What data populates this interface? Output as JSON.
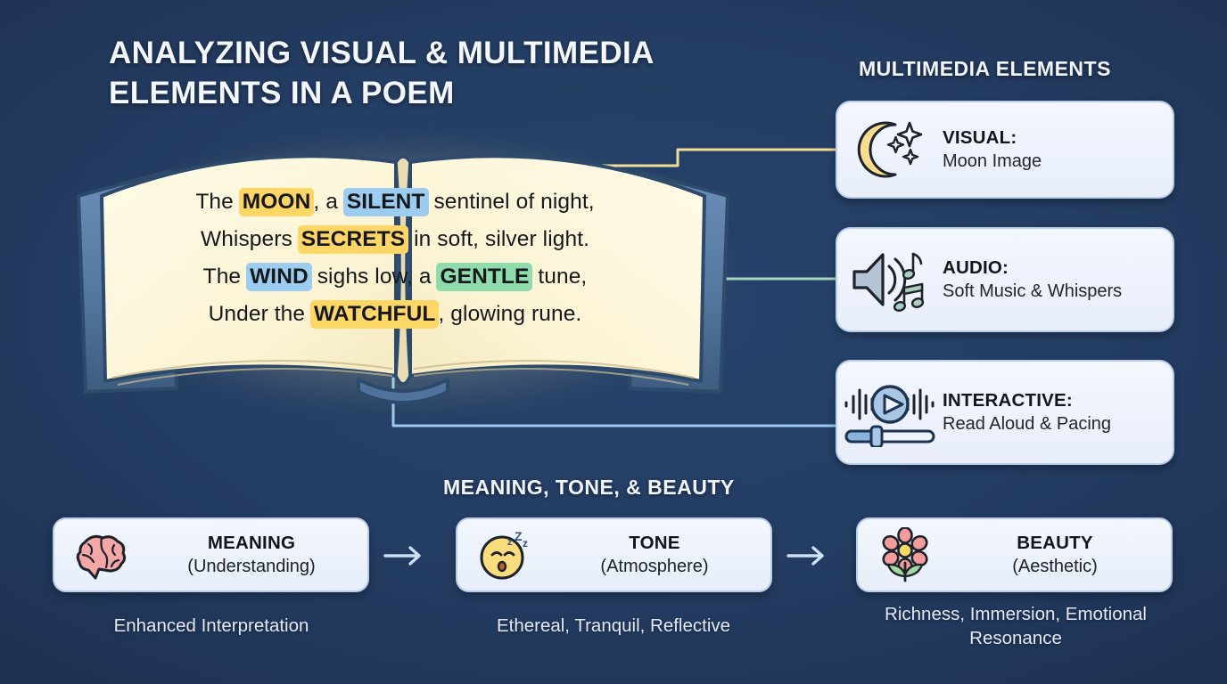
{
  "title": "ANALYZING VISUAL & MULTIMEDIA ELEMENTS IN A POEM",
  "sections": {
    "multimedia_title": "MULTIMEDIA ELEMENTS",
    "mtb_title": "MEANING, TONE, & BEAUTY"
  },
  "poem": {
    "lines": [
      [
        {
          "text": "The ",
          "hl": null
        },
        {
          "text": "MOON",
          "hl": "yellow"
        },
        {
          "text": ", a ",
          "hl": null
        },
        {
          "text": "SILENT",
          "hl": "blue"
        },
        {
          "text": " sentinel of night,",
          "hl": null
        }
      ],
      [
        {
          "text": "Whispers ",
          "hl": null
        },
        {
          "text": "SECRETS",
          "hl": "yellow"
        },
        {
          "text": " in soft, silver light.",
          "hl": null
        }
      ],
      [
        {
          "text": "The ",
          "hl": null
        },
        {
          "text": "WIND",
          "hl": "blue"
        },
        {
          "text": " sighs low, a ",
          "hl": null
        },
        {
          "text": "GENTLE",
          "hl": "green"
        },
        {
          "text": " tune,",
          "hl": null
        }
      ],
      [
        {
          "text": "Under the ",
          "hl": null
        },
        {
          "text": "WATCHFUL",
          "hl": "yellow"
        },
        {
          "text": ", glowing rune.",
          "hl": null
        }
      ]
    ]
  },
  "multimedia_cards": [
    {
      "icon": "moon-stars-icon",
      "label": "VISUAL:",
      "description": "Moon Image",
      "connector_color": "#f0dd9a"
    },
    {
      "icon": "speaker-music-notes-icon",
      "label": "AUDIO:",
      "description": "Soft Music & Whispers",
      "connector_color": "#9fd9be"
    },
    {
      "icon": "play-waveform-slider-icon",
      "label": "INTERACTIVE:",
      "description": "Read Aloud & Pacing",
      "connector_color": "#9bc9ef"
    }
  ],
  "pillars": [
    {
      "icon": "brain-icon",
      "title": "MEANING",
      "subtitle": "(Understanding)",
      "caption": "Enhanced Interpretation"
    },
    {
      "icon": "sleeping-face-icon",
      "title": "TONE",
      "subtitle": "(Atmosphere)",
      "caption": "Ethereal, Tranquil, Reflective"
    },
    {
      "icon": "flower-icon",
      "title": "BEAUTY",
      "subtitle": "(Aesthetic)",
      "caption": "Richness, Immersion, Emotional Resonance"
    }
  ],
  "colors": {
    "background": "#243d63",
    "card_face": "#eef3fb",
    "card_border": "#b9cde8",
    "highlight_yellow": "#fcd766",
    "highlight_blue": "#9ccdf0",
    "highlight_green": "#8edcab",
    "book_page": "#fdf6d9",
    "book_cover": "#4a6f9e",
    "title_text": "#f4f7fb"
  }
}
